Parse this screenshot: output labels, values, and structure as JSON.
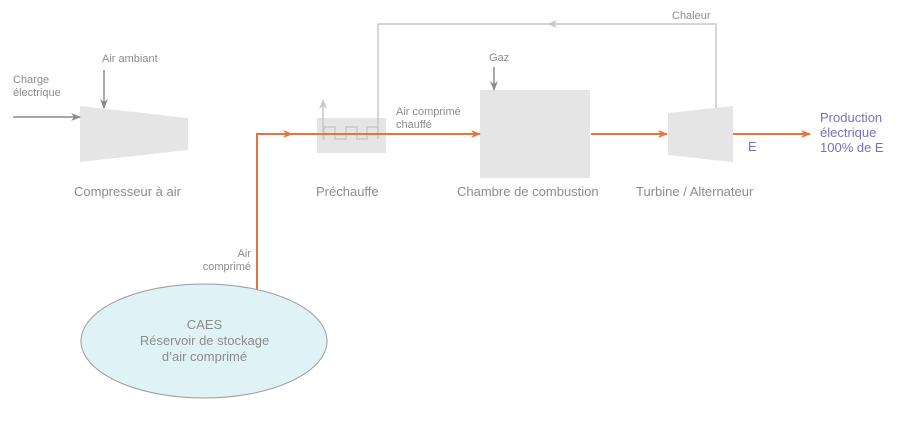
{
  "colors": {
    "flow": "#e8743b",
    "line_gray": "#c8c8c8",
    "arrow_gray": "#8c8c8c",
    "component_fill": "#e5e5e5",
    "tank_fill": "#dff3f7",
    "tank_stroke": "#9a9a9a",
    "output_text": "#7a6fbf",
    "label_text": "#8c8c8c"
  },
  "inputs": {
    "charge_line1": "Charge",
    "charge_line2": "électrique",
    "air_ambiant": "Air ambiant",
    "gaz": "Gaz",
    "chaleur": "Chaleur"
  },
  "components": {
    "compressor": "Compresseur à air",
    "preheat": "Préchauffe",
    "combustion": "Chambre de combustion",
    "turbine": "Turbine / Alternateur"
  },
  "flows": {
    "air_comprime_line1": "Air",
    "air_comprime_line2": "comprimé",
    "heated_line1": "Air comprimé",
    "heated_line2": "chauffé",
    "energy": "E"
  },
  "tank": {
    "line1": "CAES",
    "line2": "Réservoir de stockage",
    "line3": "d’air comprimé"
  },
  "output": {
    "line1": "Production",
    "line2": "électrique",
    "line3": "100% de E"
  }
}
